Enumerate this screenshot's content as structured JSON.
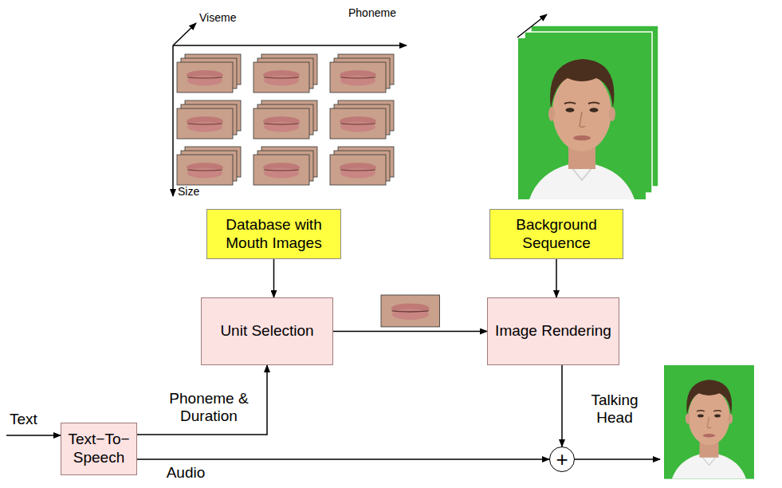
{
  "diagram": {
    "nodes": [
      {
        "text": [
          "Database with Mouth Images"
        ]
      },
      {
        "text": [
          "Background Sequence"
        ]
      },
      {
        "text": [
          "Unit Selection"
        ]
      },
      {
        "text": [
          "Image Rendering"
        ]
      },
      {
        "text": [
          "Text−To− Speech"
        ]
      },
      {
        "text": [
          "+"
        ]
      }
    ],
    "edges": [
      {
        "from": 0,
        "to": 2,
        "arrow": "to"
      },
      {
        "from": 1,
        "to": 3,
        "arrow": "to"
      },
      {
        "from": 2,
        "to": 3,
        "arrow": "to"
      },
      {
        "from": 4,
        "to": 2,
        "label": "Phoneme & Duration",
        "arrow": "to"
      },
      {
        "from": 4,
        "to": 5,
        "label": "Audio",
        "arrow": "to"
      },
      {
        "from": 3,
        "to": 5,
        "arrow": "to"
      }
    ],
    "labels": [
      "Viseme",
      "Phoneme",
      "Size",
      "Text",
      "Talking Head"
    ]
  }
}
